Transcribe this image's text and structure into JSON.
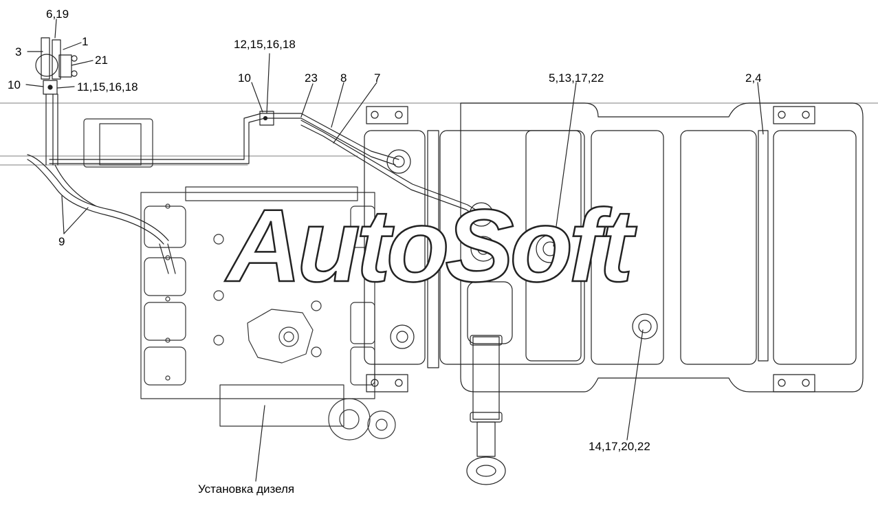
{
  "diagram": {
    "watermark": "AutoSoft",
    "caption": "Установка дизеля",
    "labels": {
      "l_6_19": "6,19",
      "l_1": "1",
      "l_3": "3",
      "l_21": "21",
      "l_10_left": "10",
      "l_11_15_16_18": "11,15,16,18",
      "l_12_15_16_18": "12,15,16,18",
      "l_10_mid": "10",
      "l_23": "23",
      "l_8": "8",
      "l_7": "7",
      "l_5_13_17_22": "5,13,17,22",
      "l_2_4": "2,4",
      "l_9": "9",
      "l_14_17_20_22": "14,17,20,22"
    }
  }
}
